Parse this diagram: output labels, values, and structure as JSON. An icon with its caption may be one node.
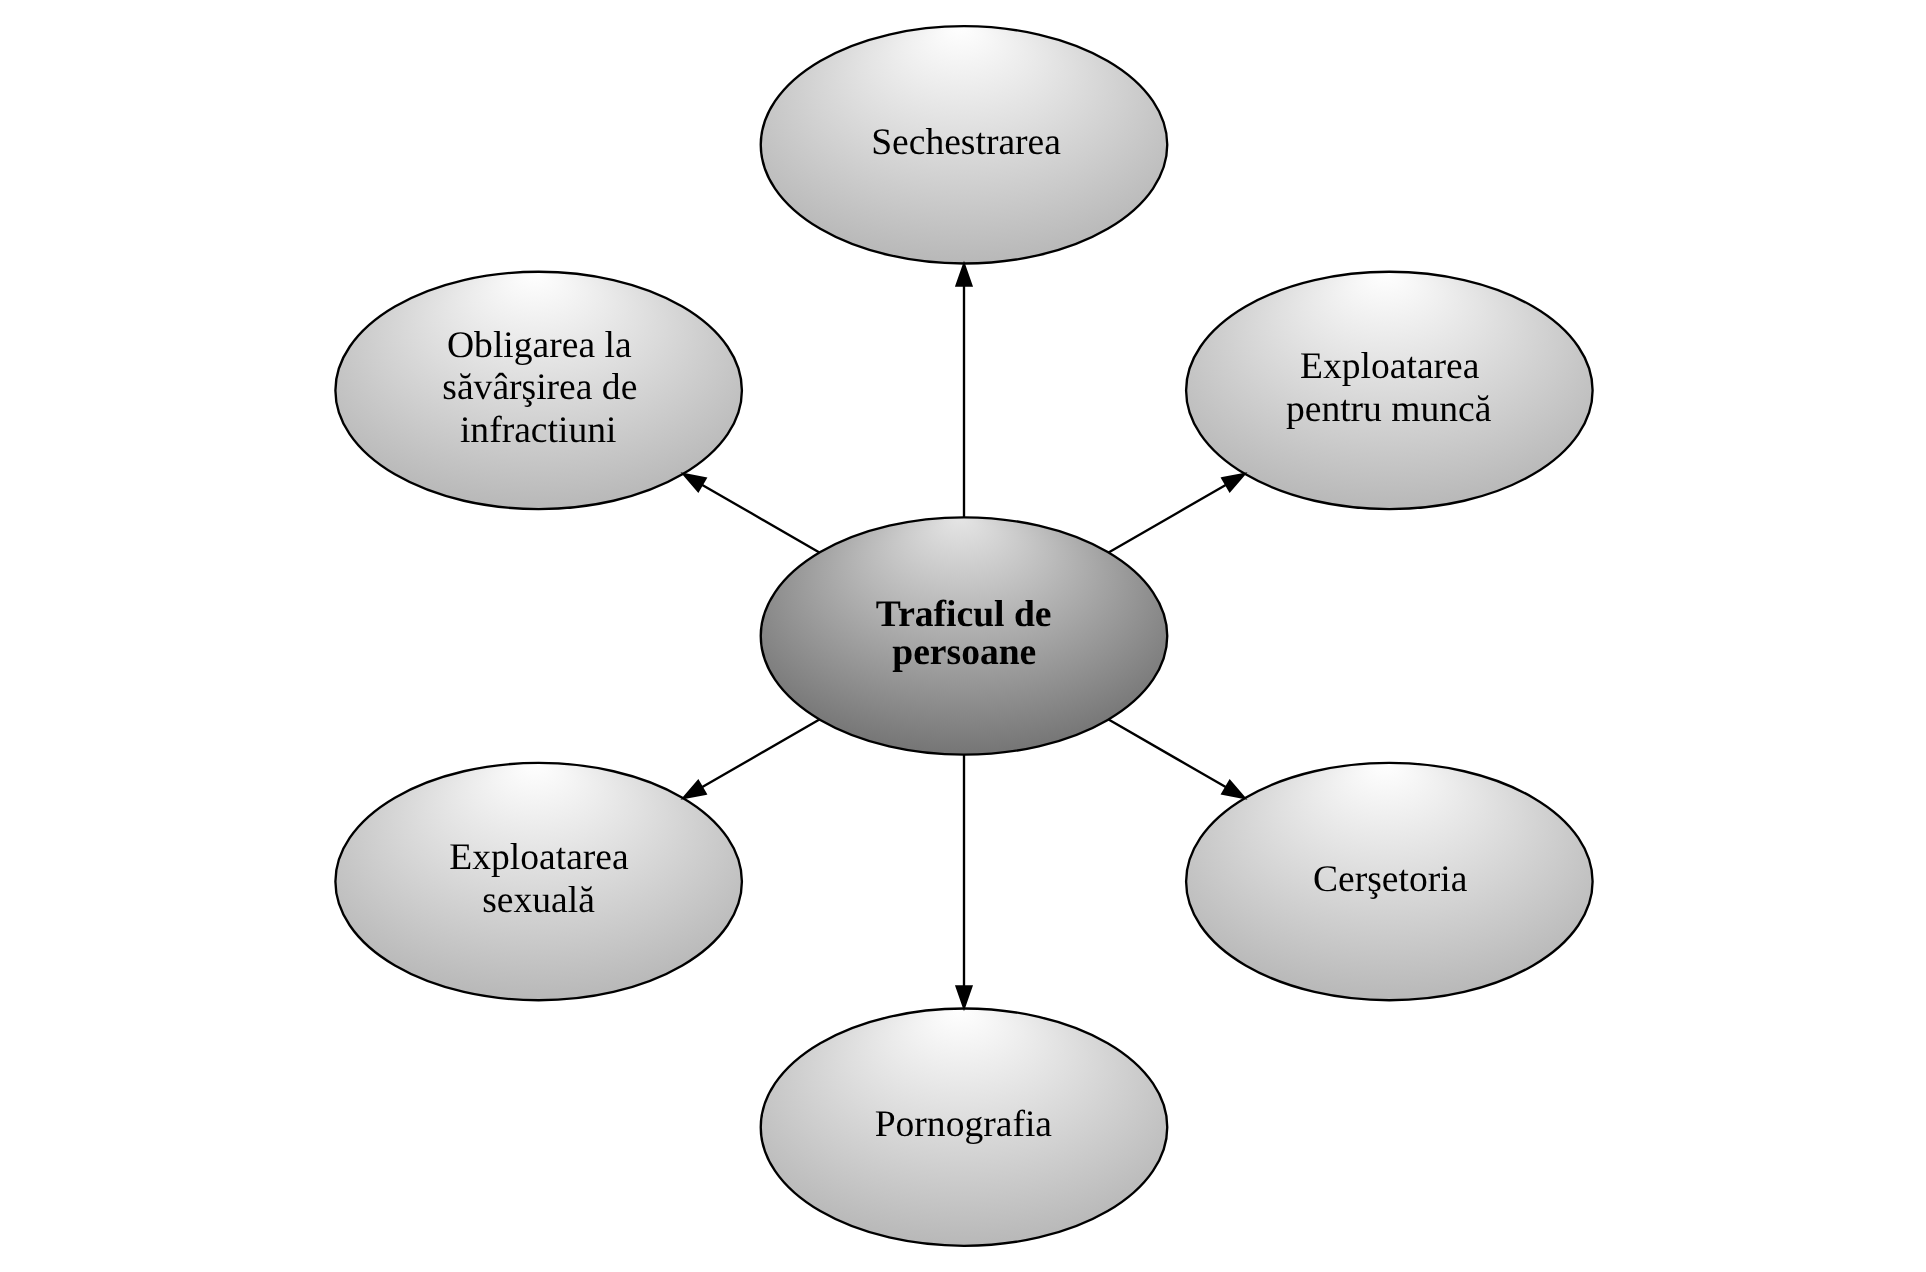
{
  "diagram": {
    "nodes": [
      {
        "text": [
          "Exploatarea pentru muncă"
        ]
      },
      {
        "text": [
          "Sechestrarea"
        ]
      },
      {
        "text": [
          "Obligarea la săvârşirea de infractiuni"
        ]
      },
      {
        "text": [
          "Traficul de persoane"
        ]
      },
      {
        "text": [
          "Exploatarea sexuală"
        ]
      },
      {
        "text": [
          "Pornografia"
        ]
      },
      {
        "text": [
          "Cerşetoria"
        ]
      }
    ],
    "edges": [
      {
        "from": 3,
        "to": 0,
        "arrow": "to"
      },
      {
        "from": 3,
        "to": 1,
        "arrow": "to"
      },
      {
        "from": 3,
        "to": 2,
        "arrow": "to"
      },
      {
        "from": 3,
        "to": 4,
        "arrow": "to"
      },
      {
        "from": 3,
        "to": 5,
        "arrow": "to"
      },
      {
        "from": 3,
        "to": 6,
        "arrow": "to"
      }
    ]
  }
}
